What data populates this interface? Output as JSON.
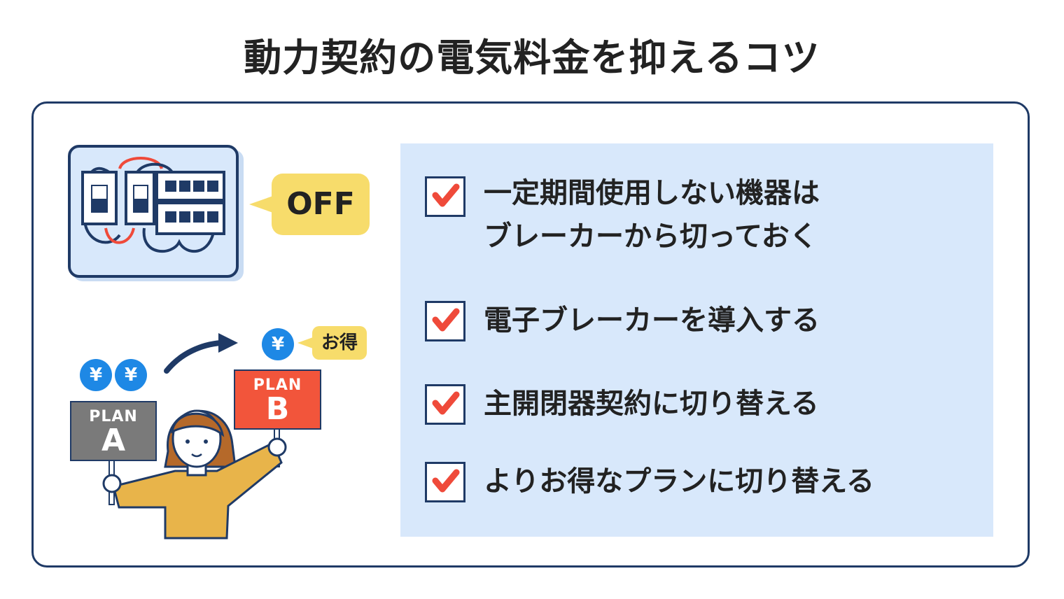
{
  "title": "動力契約の電気料金を抑えるコツ",
  "tips": [
    {
      "lines": [
        "一定期間使用しない機器は",
        "ブレーカーから切っておく"
      ]
    },
    {
      "lines": [
        "電子ブレーカーを導入する"
      ]
    },
    {
      "lines": [
        "主開閉器契約に切り替える"
      ]
    },
    {
      "lines": [
        "よりお得なプランに切り替える"
      ]
    }
  ],
  "illustration": {
    "breaker_bubble": "OFF",
    "yen_symbol": "¥",
    "savings_bubble": "お得",
    "plan_a": {
      "word": "PLAN",
      "letter": "A"
    },
    "plan_b": {
      "word": "PLAN",
      "letter": "B"
    }
  },
  "colors": {
    "navy": "#1f3a66",
    "panel_blue": "#d8e8fb",
    "check_red": "#ef4a3a",
    "bubble_yellow": "#f7dc6b",
    "yen_blue": "#1e88e5",
    "plan_a_gray": "#7a7a7a",
    "plan_b_red": "#f2553b",
    "shirt_mustard": "#e8b44a",
    "hair_brown": "#b5692a"
  },
  "icons": [
    "check-icon",
    "breaker-panel-icon",
    "yen-coin-icon",
    "arrow-icon",
    "person-icon"
  ]
}
